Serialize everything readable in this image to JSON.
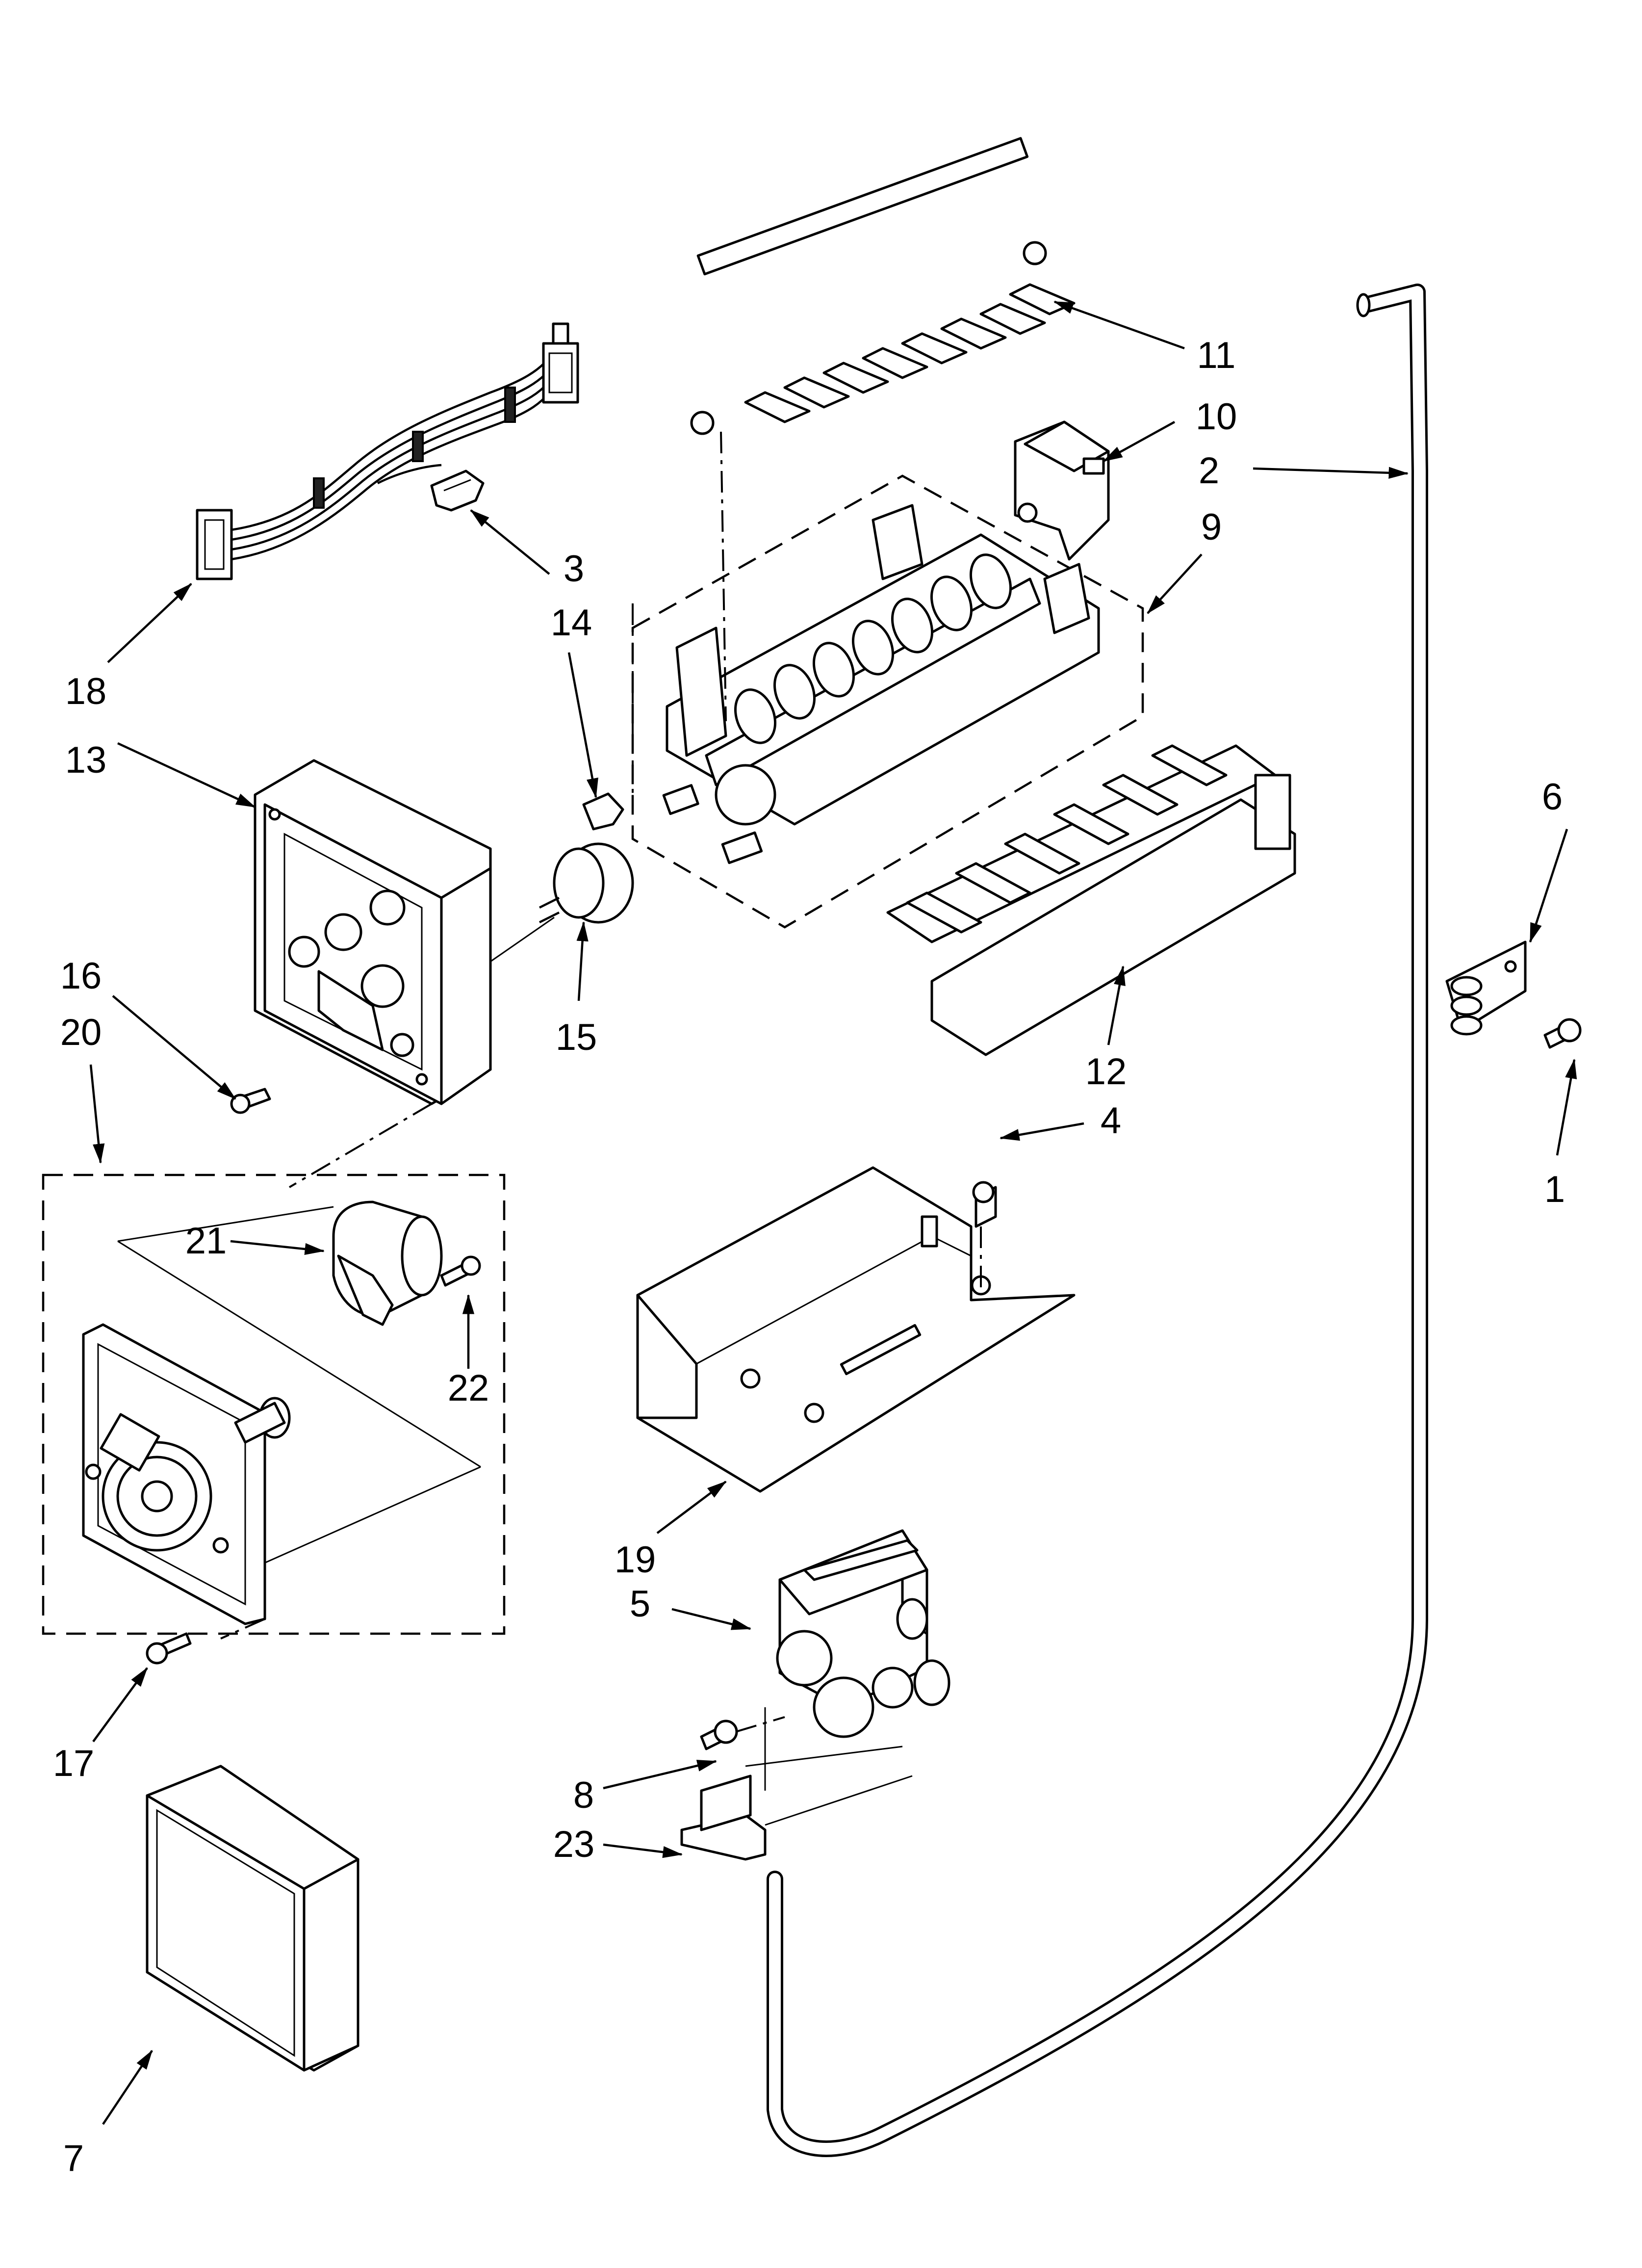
{
  "callouts": [
    {
      "id": "c1",
      "text": "1"
    },
    {
      "id": "c2",
      "text": "2"
    },
    {
      "id": "c3",
      "text": "3"
    },
    {
      "id": "c4",
      "text": "4"
    },
    {
      "id": "c5",
      "text": "5"
    },
    {
      "id": "c6",
      "text": "6"
    },
    {
      "id": "c7",
      "text": "7"
    },
    {
      "id": "c8",
      "text": "8"
    },
    {
      "id": "c9",
      "text": "9"
    },
    {
      "id": "c10",
      "text": "10"
    },
    {
      "id": "c11",
      "text": "11"
    },
    {
      "id": "c12",
      "text": "12"
    },
    {
      "id": "c13",
      "text": "13"
    },
    {
      "id": "c14",
      "text": "14"
    },
    {
      "id": "c15",
      "text": "15"
    },
    {
      "id": "c16",
      "text": "16"
    },
    {
      "id": "c17",
      "text": "17"
    },
    {
      "id": "c18",
      "text": "18"
    },
    {
      "id": "c19",
      "text": "19"
    },
    {
      "id": "c20",
      "text": "20"
    },
    {
      "id": "c21",
      "text": "21"
    },
    {
      "id": "c22",
      "text": "22"
    },
    {
      "id": "c23",
      "text": "23"
    }
  ],
  "colors": {
    "ink": "#000000",
    "paper": "#ffffff"
  }
}
